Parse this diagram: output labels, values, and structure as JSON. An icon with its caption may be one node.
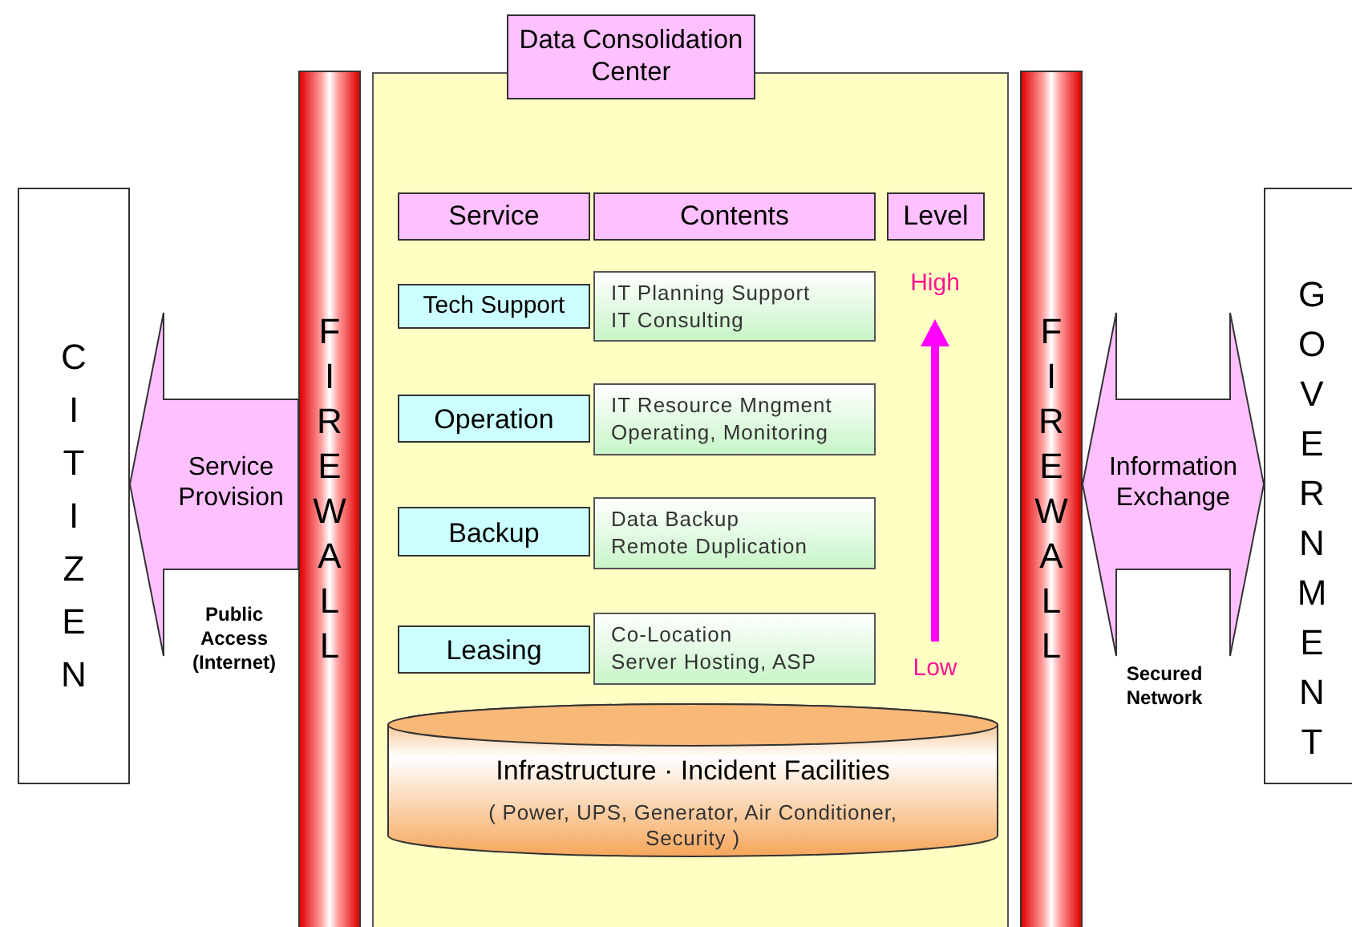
{
  "diagram": {
    "nodes": [
      {
        "text": [
          "CITIZEN"
        ]
      },
      {
        "text": [
          "FIREWALL"
        ]
      },
      {
        "text": [],
        "shape": "box"
      },
      {
        "text": [
          "Data Consolidation Center"
        ]
      },
      {
        "text": [
          "Service"
        ],
        "in": 2
      },
      {
        "text": [
          "Contents"
        ],
        "in": 2
      },
      {
        "text": [
          "Level"
        ],
        "in": 2
      },
      {
        "text": [
          "Tech Support"
        ],
        "in": 2
      },
      {
        "text": [
          "IT Planning Support",
          "IT Consulting"
        ],
        "in": 2
      },
      {
        "text": [
          "Operation"
        ],
        "in": 2
      },
      {
        "text": [
          "IT Resource Mngment",
          "Operating, Monitoring"
        ],
        "in": 2
      },
      {
        "text": [
          "Backup"
        ],
        "in": 2
      },
      {
        "text": [
          "Data Backup",
          "Remote Duplication"
        ],
        "in": 2
      },
      {
        "text": [
          "Leasing"
        ],
        "in": 2
      },
      {
        "text": [
          "Co-Location",
          "Server Hosting, ASP"
        ],
        "in": 2
      },
      {
        "text": [
          "Infrastructure · Incident Facilities",
          "( Power, UPS, Generator, Air Conditioner, Security )"
        ],
        "in": 2
      },
      {
        "text": [
          "FIREWALL"
        ]
      },
      {
        "text": [
          "GOVERNMENT"
        ]
      }
    ],
    "edges": [
      {
        "from": 1,
        "to": 0,
        "arrow": "to",
        "label": "Service Provision"
      },
      {
        "from": 16,
        "to": 17,
        "arrow": "both",
        "label": "Information Exchange"
      }
    ],
    "labels": [
      "Public Access (Internet)",
      "High",
      "Low",
      "Secured Network"
    ]
  }
}
